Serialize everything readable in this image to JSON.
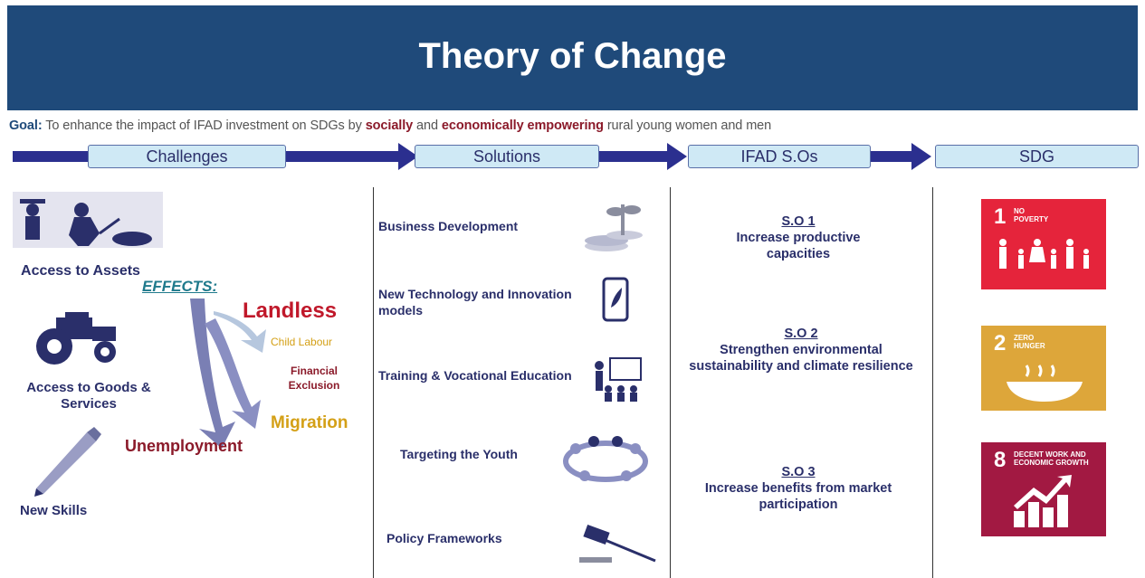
{
  "header": {
    "title": "Theory of Change"
  },
  "goal": {
    "label": "Goal:",
    "text1": "To enhance the impact of IFAD investment on SDGs by",
    "bold1": "socially",
    "text2": "and",
    "bold2": "economically empowering",
    "text3": "rural young women and men"
  },
  "columns": [
    "Challenges",
    "Solutions",
    "IFAD S.Os",
    "SDG"
  ],
  "challenges": {
    "assets": "Access to Assets",
    "goods": "Access to Goods & Services",
    "skills": "New Skills"
  },
  "effects": {
    "heading": "EFFECTS:",
    "landless": "Landless",
    "child_labour": "Child Labour",
    "financial_exclusion": "Financial Exclusion",
    "migration": "Migration",
    "unemployment": "Unemployment"
  },
  "solutions": [
    "Business Development",
    "New Technology and Innovation models",
    "Training & Vocational Education",
    "Targeting the Youth",
    "Policy Frameworks"
  ],
  "sos": [
    {
      "id": "S.O 1",
      "text": "Increase productive capacities"
    },
    {
      "id": "S.O 2",
      "text": "Strengthen environmental sustainability and climate resilience"
    },
    {
      "id": "S.O 3",
      "text": "Increase benefits from market participation"
    }
  ],
  "sdgs": [
    {
      "num": "1",
      "label": "NO POVERTY",
      "color": "#e5243b"
    },
    {
      "num": "2",
      "label": "ZERO HUNGER",
      "color": "#dda63a"
    },
    {
      "num": "8",
      "label": "DECENT WORK AND ECONOMIC GROWTH",
      "color": "#a21942"
    }
  ],
  "colors": {
    "banner": "#1f4a7a",
    "arrow": "#2b2f8f",
    "pill": "#cfe9f5",
    "dark_red": "#8b1a2a",
    "red": "#c0182a",
    "gold": "#d4a017"
  }
}
